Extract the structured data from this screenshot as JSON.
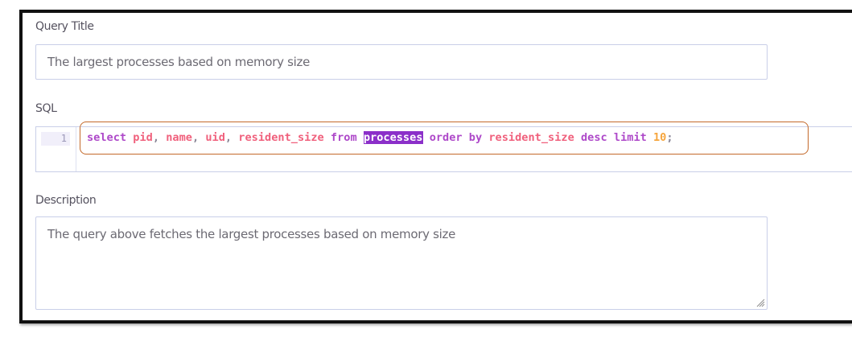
{
  "query_title": {
    "label": "Query Title",
    "value": "The largest processes based on memory size"
  },
  "sql": {
    "label": "SQL",
    "line_number": "1",
    "tokens": {
      "t1": "select",
      "t2": " ",
      "t3": "pid",
      "t4": ", ",
      "t5": "name",
      "t6": ", ",
      "t7": "uid",
      "t8": ", ",
      "t9": "resident_size",
      "t10": " ",
      "t11": "from",
      "t12": " ",
      "t13": "processes",
      "t14": " ",
      "t15": "order by",
      "t16": " ",
      "t17": "resident_size",
      "t18": " ",
      "t19": "desc",
      "t20": " ",
      "t21": "limit",
      "t22": " ",
      "t23": "10",
      "t24": ";"
    },
    "colors": {
      "keyword": "#ae49c9",
      "identifier": "#f0607c",
      "number": "#f6a53c",
      "selection": "#8b2fc9",
      "highlight_border": "#c3692a"
    }
  },
  "description": {
    "label": "Description",
    "value": "The query above fetches the largest processes based on memory size",
    "resize_icon": "resize-grip-icon"
  }
}
